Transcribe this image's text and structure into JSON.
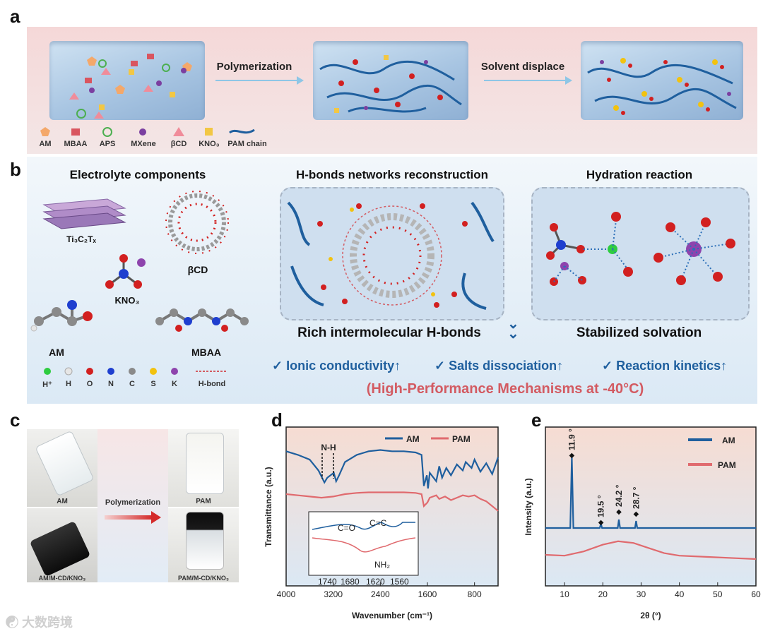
{
  "panels": {
    "a": "a",
    "b": "b",
    "c": "c",
    "d": "d",
    "e": "e"
  },
  "panel_a": {
    "step1": "Polymerization",
    "step2": "Solvent displace",
    "legend": [
      {
        "name": "AM",
        "color": "#f4a86a"
      },
      {
        "name": "MBAA",
        "color": "#d9555f"
      },
      {
        "name": "APS",
        "color": "#4caf50"
      },
      {
        "name": "MXene",
        "color": "#7b3fa0"
      },
      {
        "name": "βCD",
        "color": "#f08c9a"
      },
      {
        "name": "KNO₃",
        "color": "#f2c744"
      },
      {
        "name": "PAM chain",
        "color": "#1f5f9e"
      }
    ]
  },
  "panel_b": {
    "title_left": "Electrolyte components",
    "title_mid": "H-bonds networks reconstruction",
    "title_right": "Hydration reaction",
    "mol_ti": "Ti₃C₂Tₓ",
    "mol_bcd": "βCD",
    "mol_kno3": "KNO₃",
    "mol_am": "AM",
    "mol_mbaa": "MBAA",
    "atoms": [
      {
        "name": "H⁺",
        "color": "#2ecc40"
      },
      {
        "name": "H",
        "color": "#e6e6e6"
      },
      {
        "name": "O",
        "color": "#d22020"
      },
      {
        "name": "N",
        "color": "#1f3fcf"
      },
      {
        "name": "C",
        "color": "#8a8a8a"
      },
      {
        "name": "S",
        "color": "#f2c20f"
      },
      {
        "name": "K",
        "color": "#8e44ad"
      }
    ],
    "hbond_label": "H-bond",
    "caption_left": "Rich intermolecular H-bonds",
    "caption_right": "Stabilized solvation",
    "benefits": [
      "Ionic conductivity",
      "Salts dissociation",
      "Reaction kinetics"
    ],
    "mechanism": "(High-Performance Mechanisms at -40°C)"
  },
  "panel_c": {
    "photo_tl": "AM",
    "photo_tr": "PAM",
    "photo_bl": "AM/M-CD/KNO₃",
    "photo_br": "PAM/M-CD/KNO₃",
    "arrow_label": "Polymerization"
  },
  "panel_d": {
    "ylabel": "Transmittance (a.u.)",
    "xlabel": "Wavenumber (cm⁻¹)",
    "legend": [
      "AM",
      "PAM"
    ],
    "annotation": "N-H",
    "xticks": [
      "4000",
      "3200",
      "2400",
      "1600",
      "800"
    ],
    "inset": {
      "xticks": [
        "1740",
        "1680",
        "1620",
        "1560"
      ],
      "labels": [
        "C=O",
        "C=C",
        "NH₂"
      ]
    }
  },
  "panel_e": {
    "ylabel": "Intensity (a.u.)",
    "xlabel": "2θ (°)",
    "legend": [
      "AM",
      "PAM"
    ],
    "xticks": [
      "10",
      "20",
      "30",
      "40",
      "50",
      "60"
    ],
    "peaks": [
      "11.9 °",
      "19.5 °",
      "24.2 °",
      "28.7 °"
    ]
  },
  "watermark": "大数跨境",
  "chart_data": [
    {
      "type": "line",
      "title": "",
      "xlabel": "Wavenumber (cm⁻¹)",
      "ylabel": "Transmittance (a.u.)",
      "xlim": [
        4000,
        400
      ],
      "series": [
        {
          "name": "AM",
          "color": "#1f5f9e",
          "x": [
            4000,
            3800,
            3600,
            3450,
            3350,
            3300,
            3190,
            3150,
            3100,
            3000,
            2800,
            2600,
            2400,
            2200,
            2000,
            1800,
            1700,
            1660,
            1610,
            1590,
            1560,
            1450,
            1400,
            1350,
            1280,
            1200,
            1100,
            1000,
            950,
            850,
            800,
            700,
            600,
            500,
            400
          ],
          "y": [
            0.8,
            0.74,
            0.66,
            0.48,
            0.28,
            0.36,
            0.44,
            0.3,
            0.4,
            0.62,
            0.74,
            0.8,
            0.82,
            0.8,
            0.8,
            0.78,
            0.74,
            0.22,
            0.4,
            0.18,
            0.44,
            0.3,
            0.55,
            0.36,
            0.52,
            0.4,
            0.58,
            0.48,
            0.62,
            0.52,
            0.66,
            0.46,
            0.6,
            0.42,
            0.7
          ]
        },
        {
          "name": "PAM",
          "color": "#e06a6e",
          "x": [
            4000,
            3800,
            3600,
            3400,
            3200,
            3000,
            2800,
            2600,
            2400,
            2200,
            2000,
            1800,
            1700,
            1660,
            1600,
            1560,
            1450,
            1400,
            1300,
            1200,
            1100,
            1000,
            900,
            800,
            700,
            600,
            500,
            400
          ],
          "y": [
            0.0,
            -0.02,
            -0.04,
            -0.06,
            -0.04,
            0.0,
            0.02,
            0.03,
            0.03,
            0.03,
            0.03,
            0.02,
            0.0,
            -0.2,
            -0.14,
            -0.06,
            -0.02,
            -0.08,
            -0.04,
            -0.1,
            -0.06,
            -0.02,
            -0.04,
            -0.02,
            -0.08,
            -0.12,
            -0.2,
            -0.28
          ]
        }
      ]
    },
    {
      "type": "line",
      "title": "",
      "xlabel": "2θ (°)",
      "ylabel": "Intensity (a.u.)",
      "xlim": [
        5,
        60
      ],
      "series": [
        {
          "name": "AM",
          "color": "#1f5f9e",
          "x": [
            5,
            11.5,
            11.9,
            12.3,
            19.2,
            19.5,
            19.8,
            23.9,
            24.2,
            24.5,
            28.4,
            28.7,
            29.0,
            60
          ],
          "y": [
            0.0,
            0.0,
            1.0,
            0.0,
            0.0,
            0.06,
            0.0,
            0.0,
            0.12,
            0.0,
            0.0,
            0.1,
            0.0,
            0.0
          ]
        },
        {
          "name": "PAM",
          "color": "#e06a6e",
          "x": [
            5,
            10,
            15,
            20,
            24,
            28,
            32,
            36,
            40,
            45,
            50,
            55,
            60
          ],
          "y": [
            0.0,
            -0.01,
            0.04,
            0.12,
            0.16,
            0.14,
            0.08,
            0.02,
            -0.01,
            -0.02,
            -0.03,
            -0.04,
            -0.05
          ]
        }
      ]
    }
  ]
}
